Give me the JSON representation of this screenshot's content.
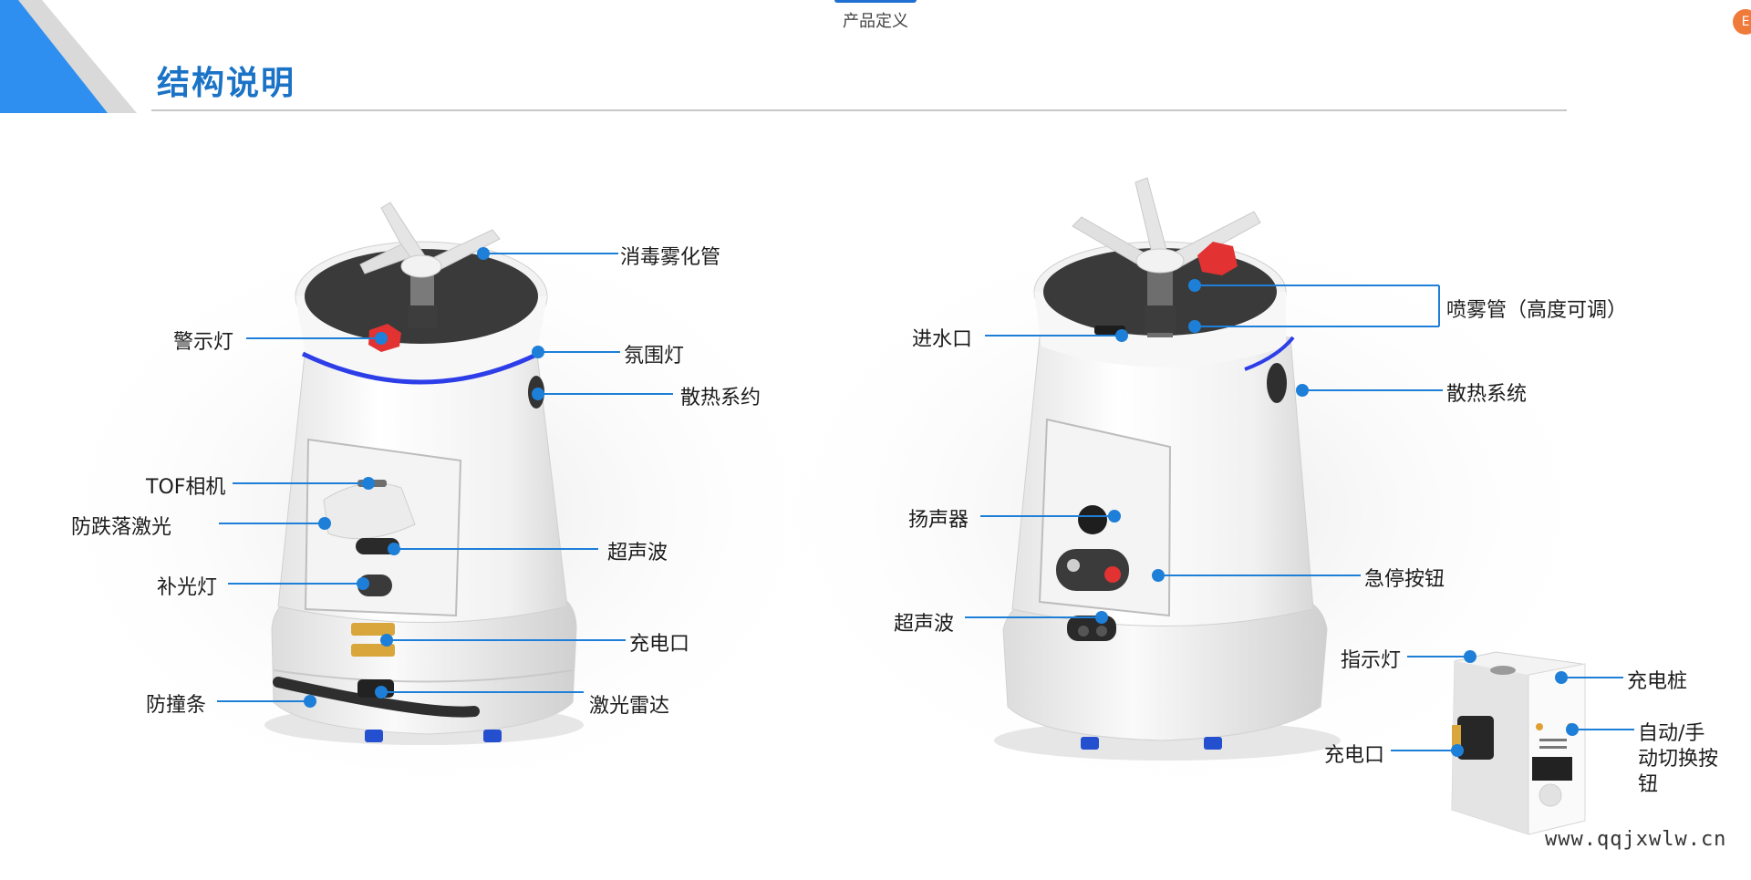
{
  "header": {
    "tab_label": "产品定义",
    "logo_glyph": "E"
  },
  "page": {
    "title": "结构说明"
  },
  "colors": {
    "accent": "#1a73c6",
    "corner": "#2f8ff0",
    "leader": "#1e7fd8",
    "halo": "#2d3ee8",
    "alert": "#e23232"
  },
  "left_robot": {
    "labels": {
      "disinfect_tube": "消毒雾化管",
      "warning_light": "警示灯",
      "ambient_light": "氛围灯",
      "cooling": "散热系约",
      "tof_camera": "TOF相机",
      "anti_fall_laser": "防跌落激光",
      "ultrasonic": "超声波",
      "fill_light": "补光灯",
      "charge_port": "充电口",
      "bumper": "防撞条",
      "lidar": "激光雷达"
    }
  },
  "right_robot": {
    "labels": {
      "spray_tube": "喷雾管（高度可调）",
      "water_inlet": "进水口",
      "cooling": "散热系统",
      "speaker": "扬声器",
      "estop": "急停按钮",
      "ultrasonic": "超声波"
    }
  },
  "charger": {
    "labels": {
      "indicator": "指示灯",
      "charge_pile": "充电桩",
      "switch_line1": "自动/手",
      "switch_line2": "动切换按",
      "switch_line3": "钮",
      "charge_port": "充电口"
    }
  },
  "footer": {
    "watermark": "www.qqjxwlw.cn"
  }
}
